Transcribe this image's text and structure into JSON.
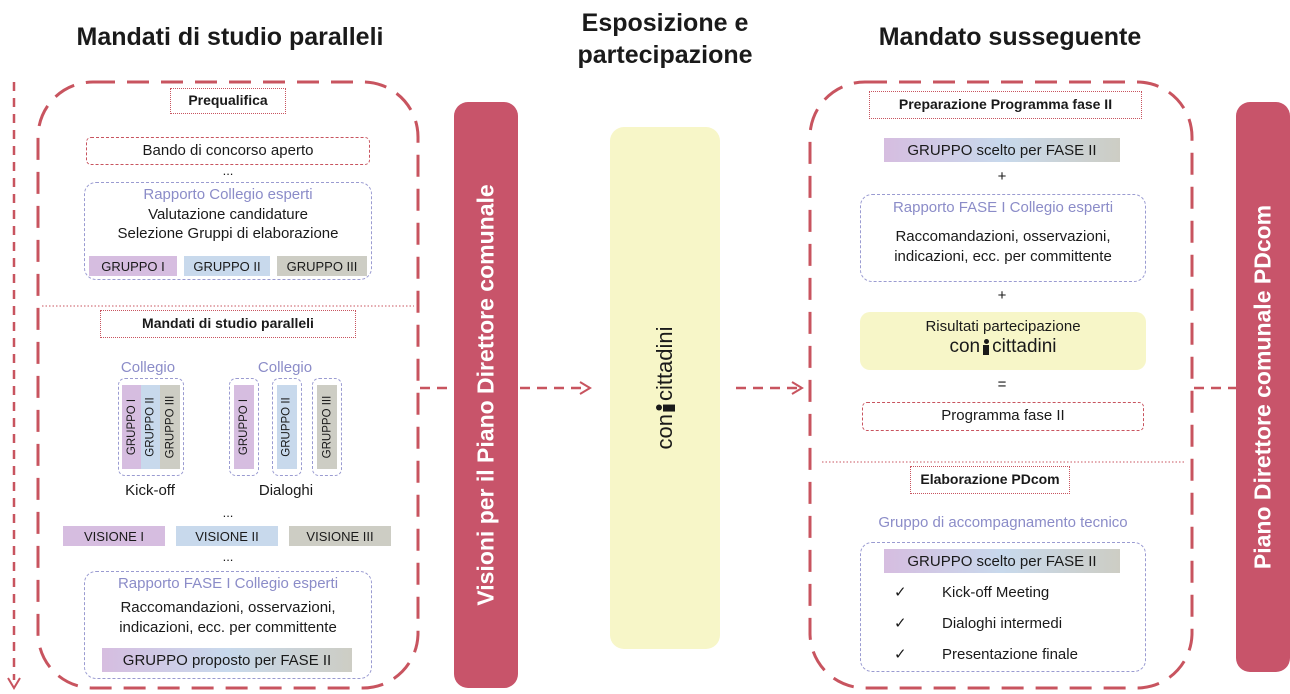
{
  "headers": {
    "left": "Mandati di studio paralleli",
    "middle_line1": "Esposizione e",
    "middle_line2": "partecipazione",
    "right": "Mandato susseguente"
  },
  "left_panel": {
    "prequalifica": "Prequalifica",
    "bando": "Bando di concorso aperto",
    "ellipsis": "...",
    "rapporto_collegio": "Rapporto Collegio esperti",
    "valutazione": "Valutazione candidature",
    "selezione": "Selezione Gruppi di elaborazione",
    "groups": [
      "GRUPPO I",
      "GRUPPO II",
      "GRUPPO III"
    ],
    "mandati_title": "Mandati di studio paralleli",
    "collegio": "Collegio",
    "kickoff": "Kick-off",
    "dialoghi": "Dialoghi",
    "visions": [
      "VISIONE I",
      "VISIONE II",
      "VISIONE III"
    ],
    "rapporto_fase": "Rapporto FASE I Collegio esperti",
    "racc_line1": "Raccomandazioni, osservazioni,",
    "racc_line2": "indicazioni, ecc. per committente",
    "gruppo_proposto": "GRUPPO proposto per FASE II"
  },
  "bar_left": "Visioni per il Piano Direttore comunale",
  "middle_box": {
    "con": "con",
    "cittadini": "cittadini"
  },
  "right_panel": {
    "preparazione": "Preparazione Programma fase II",
    "gruppo_scelto": "GRUPPO scelto per FASE II",
    "plus": "+",
    "rapporto_fase": "Rapporto FASE I Collegio esperti",
    "racc_line1": "Raccomandazioni, osservazioni,",
    "racc_line2": "indicazioni, ecc. per committente",
    "risultati": "Risultati partecipazione",
    "equals": "=",
    "programma": "Programma fase II",
    "elaborazione": "Elaborazione PDcom",
    "gruppo_accomp": "Gruppo di accompagnamento tecnico",
    "check_mark": "✓",
    "checks": [
      "Kick-off Meeting",
      "Dialoghi intermedi",
      "Presentazione finale"
    ]
  },
  "bar_right": "Piano Direttore comunale PDcom",
  "colors": {
    "accent_red": "#c8546a",
    "dashed_red": "#c8545f",
    "soft_blue": "#9a9bd1",
    "yellow": "#f7f6c8",
    "group1": "#d6bde0",
    "group2": "#c8d9ec",
    "group3": "#cdcdc4"
  }
}
